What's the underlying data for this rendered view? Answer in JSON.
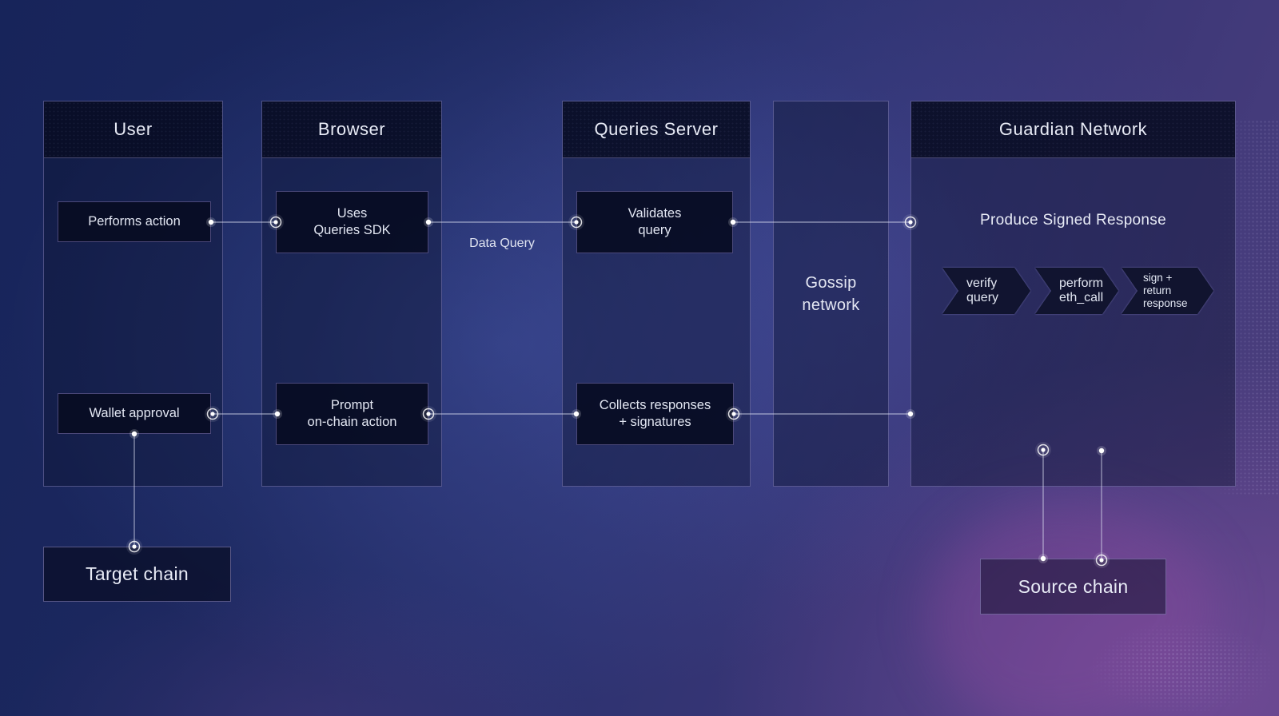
{
  "colors": {
    "background_navy": "#17245a",
    "background_purple": "#4e3f7c",
    "accent_magenta_glow": "#984ca2",
    "panel_border": "#a098d6",
    "node_fill": "#070b21",
    "text": "#e4e7f3",
    "connector": "#dfe2f2"
  },
  "columns": [
    {
      "title": "User",
      "boxes": [
        {
          "label": "Performs action"
        },
        {
          "label": "Wallet approval"
        }
      ]
    },
    {
      "title": "Browser",
      "boxes": [
        {
          "label": "Uses\nQueries SDK"
        },
        {
          "label": "Prompt\non-chain action"
        }
      ]
    },
    {
      "title": "Queries Server",
      "boxes": [
        {
          "label": "Validates\nquery"
        },
        {
          "label": "Collects responses\n+ signatures"
        }
      ]
    },
    {
      "label": "Gossip\nnetwork"
    },
    {
      "title": "Guardian Network",
      "heading": "Produce Signed Response",
      "steps": [
        {
          "label": "verify\nquery"
        },
        {
          "label": "perform\neth_call"
        },
        {
          "label": "sign +\nreturn\nresponse"
        }
      ]
    }
  ],
  "edge_labels": {
    "data_query": "Data Query"
  },
  "chains": {
    "target": {
      "label": "Target chain"
    },
    "source": {
      "label": "Source chain"
    }
  }
}
